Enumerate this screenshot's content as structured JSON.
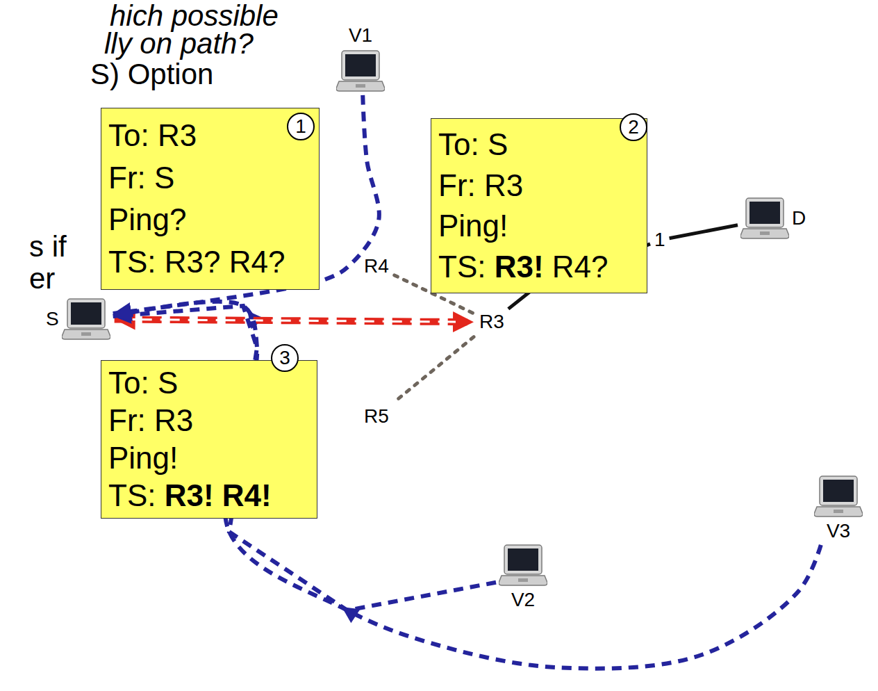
{
  "diagram": {
    "nodes": [
      {
        "text": [
          "V1"
        ]
      },
      {
        "text": [
          "To: R3",
          "Fr: S",
          "Ping?",
          "TS: R3? R4?"
        ]
      },
      {
        "text": [
          "To: S",
          "Fr: R3",
          "Ping!",
          "TS: R3! R4?"
        ]
      },
      {
        "text": [
          "D"
        ]
      },
      {
        "text": [
          "1"
        ]
      },
      {
        "text": [
          "R4"
        ]
      },
      {
        "text": [
          "S"
        ]
      },
      {
        "text": [
          "R3"
        ]
      },
      {
        "text": [
          "To: S",
          "Fr: R3",
          "Ping!",
          "TS: R3! R4!"
        ]
      },
      {
        "text": [
          "R5"
        ]
      },
      {
        "text": [
          "V3"
        ]
      },
      {
        "text": [
          "V2"
        ]
      }
    ],
    "edges": [
      {
        "from": 6,
        "to": 7,
        "arrow": "both"
      },
      {
        "from": 5,
        "to": 7,
        "arrow": "none"
      },
      {
        "from": 7,
        "to": 9,
        "arrow": "none"
      },
      {
        "from": 7,
        "to": 4,
        "arrow": "none"
      },
      {
        "from": 4,
        "to": 3,
        "arrow": "none"
      },
      {
        "from": 0,
        "to": 6,
        "arrow": "to"
      },
      {
        "from": 11,
        "to": 6,
        "arrow": "to"
      },
      {
        "from": 10,
        "to": 6,
        "arrow": "to"
      }
    ],
    "labels": [
      "hich possible",
      "lly on path?",
      "S) Option",
      "s if",
      "er",
      "1",
      "2",
      "3"
    ]
  }
}
